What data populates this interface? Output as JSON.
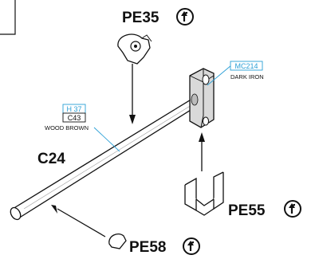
{
  "parts": {
    "pe35": "PE35",
    "pe55": "PE55",
    "pe58": "PE58",
    "c24": "C24"
  },
  "callouts": {
    "head": {
      "code": "MC214",
      "finish": "DARK IRON"
    },
    "shaft": {
      "code": "H 37",
      "color_code": "C43",
      "finish": "WOOD BROWN"
    }
  },
  "colors": {
    "accent": "#2a9fd6",
    "head_fill": "#d9d9d9",
    "line": "#111111"
  },
  "icons": {
    "rotate": "rotate-arrow-icon"
  }
}
